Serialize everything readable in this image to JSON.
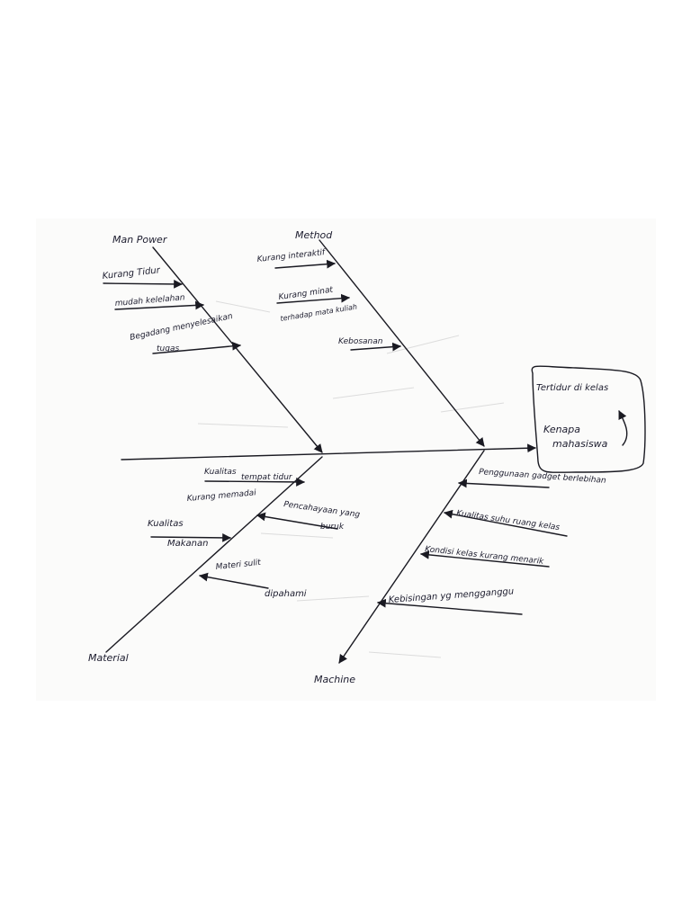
{
  "categories": {
    "manpower": {
      "title": "Man Power",
      "causes": [
        "Kurang Tidur",
        "mudah kelelahan",
        "Begadang menyelesaikan",
        "tugas"
      ]
    },
    "method": {
      "title": "Method",
      "causes": [
        "Kurang interaktif",
        "Kurang minat",
        "terhadap mata kuliah",
        "Kebosanan"
      ]
    },
    "material": {
      "title": "Material",
      "causes": [
        "Kualitas",
        "tempat tidur",
        "Kurang memadai",
        "Pencahayaan yang",
        "buruk",
        "Kualitas",
        "Makanan",
        "Materi sulit",
        "dipahami"
      ]
    },
    "machine": {
      "title": "Machine",
      "causes": [
        "Penggunaan gadget berlebihan",
        "Kualitas suhu ruang kelas",
        "Kondisi kelas kurang menarik",
        "Kebisingan yg mengganggu"
      ]
    }
  },
  "effect": {
    "line1": "Tertidur di kelas",
    "line2": "Kenapa",
    "line3": "mahasiswa"
  },
  "colors": {
    "ink": "#1a1a22",
    "paper": "#fbfbfa",
    "bleed": "#d4d4d4"
  }
}
